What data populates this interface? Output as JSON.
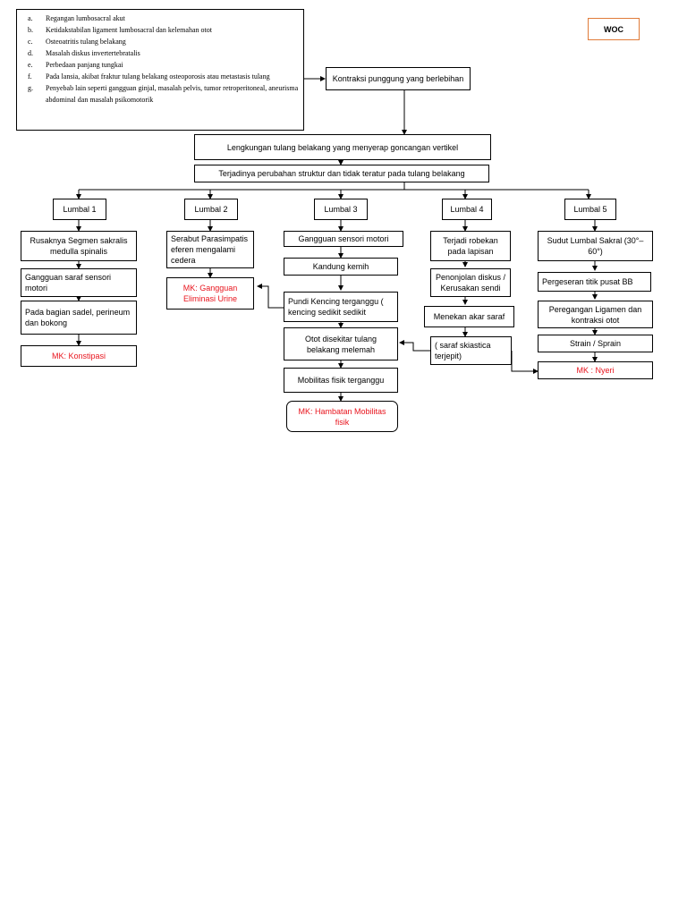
{
  "title_badge": "WOC",
  "causes": [
    {
      "marker": "a.",
      "text": "Regangan lumbosacral akut"
    },
    {
      "marker": "b.",
      "text": "Ketidakstabilan ligament lumbosacral dan kelemahan otot"
    },
    {
      "marker": "c.",
      "text": "Osteoatritis tulang belakang"
    },
    {
      "marker": "d.",
      "text": "Masalah diskus invertertebratalis"
    },
    {
      "marker": "e.",
      "text": "Perbedaan panjang tungkai"
    },
    {
      "marker": "f.",
      "text": "Pada lansia, akibat fraktur tulang belakang osteoporosis atau metastasis tulang"
    },
    {
      "marker": "g.",
      "text": "Penyebab lain seperti gangguan ginjal, masalah pelvis, tumor retroperitoneal, aneurisma abdominal dan masalah psikomotorik"
    }
  ],
  "flow": {
    "kontraksi": "Kontraksi punggung yang berlebihan",
    "lengkungan": "Lengkungan tulang belakang yang menyerap goncangan vertikel",
    "perubahan": "Terjadinya perubahan struktur dan tidak teratur pada tulang belakang"
  },
  "lumbal": [
    {
      "label": "Lumbal 1",
      "steps": [
        "Rusaknya Segmen sakralis medulla spinalis",
        "Gangguan saraf sensori motori",
        "Pada bagian sadel, perineum dan bokong"
      ],
      "mk": "MK: Konstipasi"
    },
    {
      "label": "Lumbal 2",
      "steps": [
        "Serabut Parasimpatis eferen mengalami cedera"
      ],
      "mk": "MK: Gangguan Eliminasi Urine"
    },
    {
      "label": "Lumbal 3",
      "steps": [
        "Gangguan sensori motori",
        "Kandung kemih",
        "Pundi Kencing terganggu ( kencing sedikit sedikit",
        "Otot disekitar tulang belakang melemah",
        "Mobilitas fisik terganggu"
      ],
      "mk": "MK: Hambatan Mobilitas fisik"
    },
    {
      "label": "Lumbal 4",
      "steps": [
        "Terjadi robekan pada lapisan",
        "Penonjolan diskus / Kerusakan sendi",
        "Menekan akar saraf",
        "( saraf skiastica terjepit)"
      ]
    },
    {
      "label": "Lumbal 5",
      "steps": [
        "Sudut Lumbal Sakral (30°– 60°)",
        "Pergeseran titik pusat BB",
        "Peregangan Ligamen dan kontraksi otot",
        "Strain / Sprain"
      ],
      "mk": "MK : Nyeri"
    }
  ]
}
